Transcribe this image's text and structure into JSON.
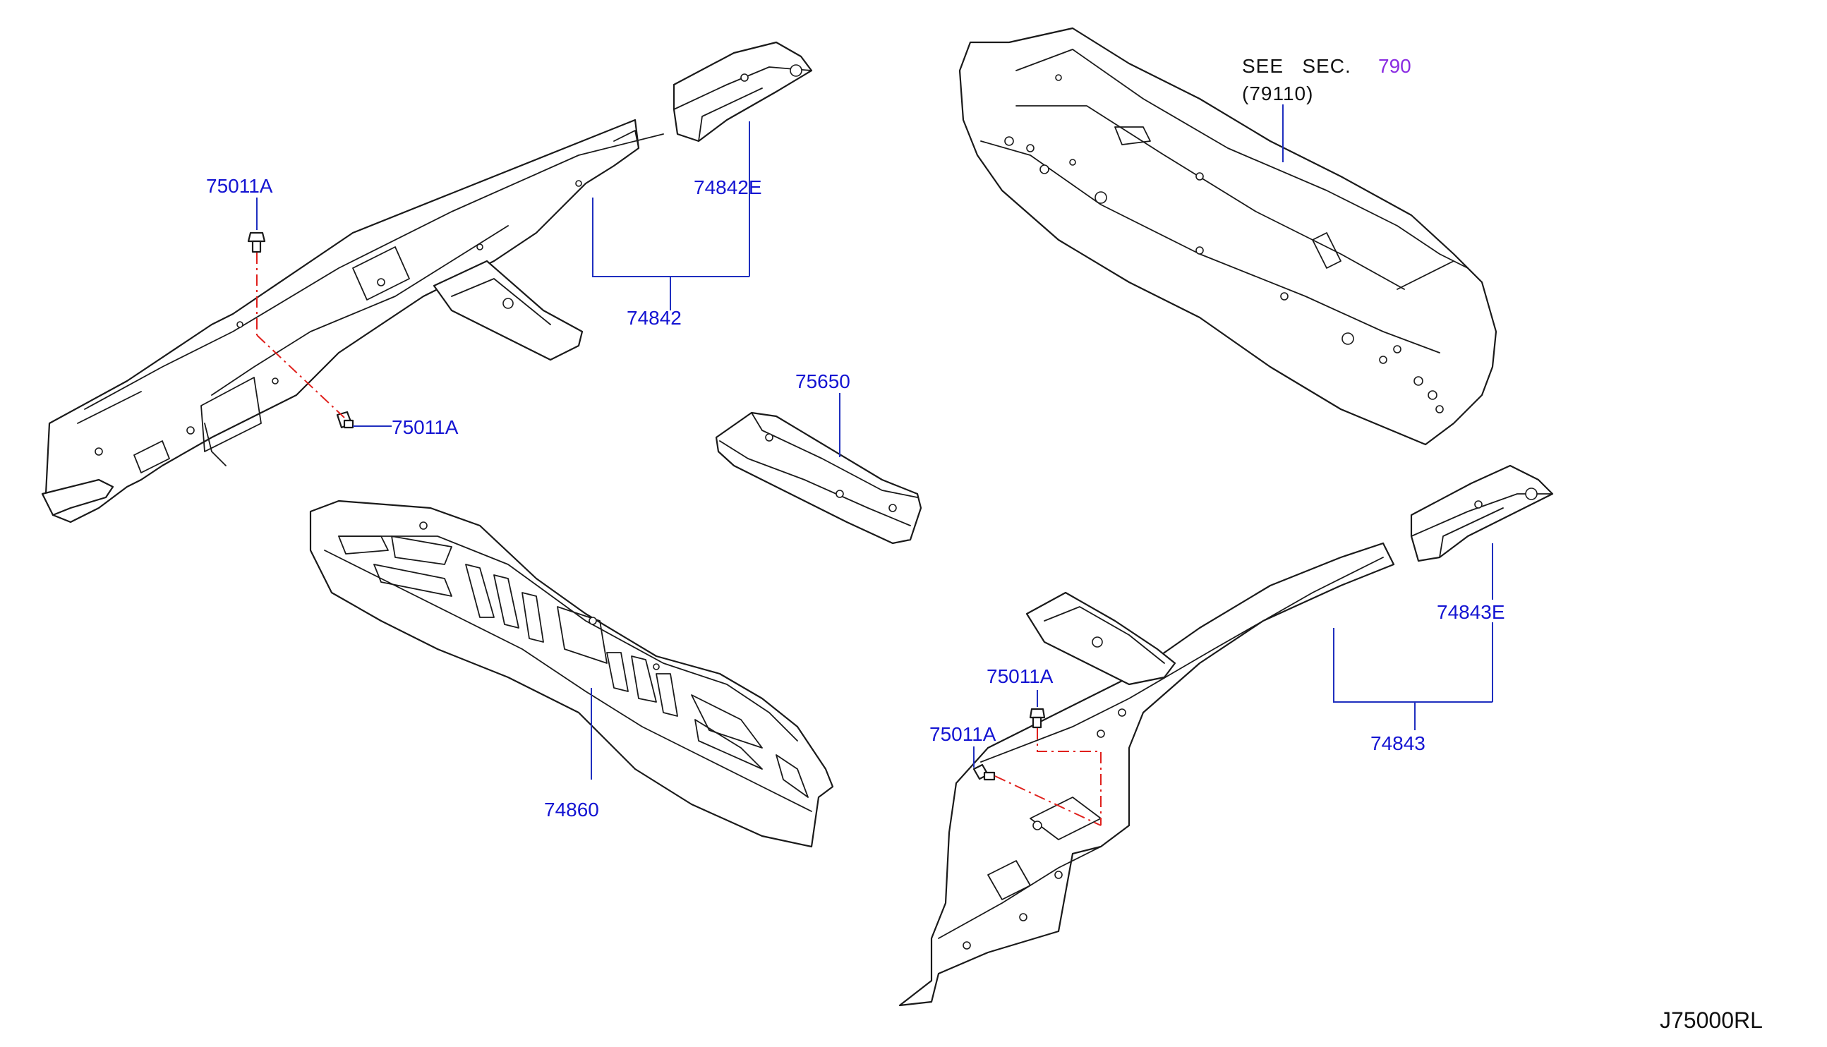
{
  "callouts": {
    "bolt_top_left": "75011A",
    "bolt_mid_left": "75011A",
    "rail_left_extension": "74842E",
    "rail_left": "74842",
    "crossmember": "75650",
    "floor_center": "74860",
    "rail_right_extension": "74843E",
    "rail_right": "74843",
    "bolt_right_upper": "75011A",
    "bolt_right_lower": "75011A"
  },
  "see_sec": {
    "label": "SEE   SEC.",
    "section": "790",
    "part": "(79110)"
  },
  "diagram_code": "J75000RL",
  "colors": {
    "callout_text": "#1414d2",
    "leader_line": "#1f2fbf",
    "centerline": "#e0201c",
    "section_link": "#8a2be2",
    "outline": "#1a1a1a"
  }
}
